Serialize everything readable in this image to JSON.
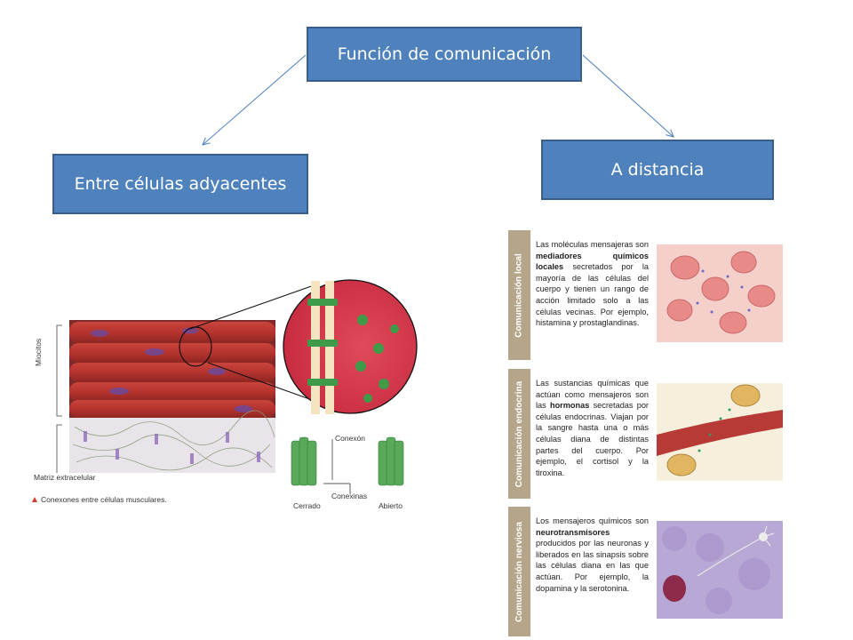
{
  "boxes": {
    "top": "Función de comunicación",
    "left": "Entre células adyacentes",
    "right": "A distancia"
  },
  "left_figure": {
    "miocitos": "Miocitos",
    "matriz": "Matriz extracelular",
    "caption": "Conexones entre células musculares.",
    "conexon": "Conexón",
    "conexinas": "Conexinas",
    "cerrado": "Cerrado",
    "abierto": "Abierto"
  },
  "panels": {
    "local": {
      "title": "Comunicación local",
      "t1": "Las moléculas mensajeras son ",
      "b1": "mediadores químicos locales",
      "t2": " secretados por la mayoría de las células del cuerpo y tienen un rango de acción limitado solo a las células vecinas. Por ejemplo, histamina y prostaglandinas."
    },
    "endocrina": {
      "title": "Comunicación endocrina",
      "t1": "Las sustancias químicas que actúan como mensajeros son las ",
      "b1": "hormonas",
      "t2": " secretadas por células endocrinas. Viajan por la sangre hasta una o más células diana de distintas partes del cuerpo. Por ejemplo, el cortisol y la tiroxina."
    },
    "nerviosa": {
      "title": "Comunicación nerviosa",
      "t1": "Los mensajeros químicos son ",
      "b1": "neurotransmisores",
      "t2": " producidos por las neuronas y liberados en las sinapsis sobre las células diana en las que actúan. Por ejemplo, la dopamina y la serotonina."
    }
  },
  "colors": {
    "box": "#4f81bd",
    "box_border": "#385d8a",
    "tab": "#b5a58a",
    "arrow": "#4a7ebb"
  }
}
